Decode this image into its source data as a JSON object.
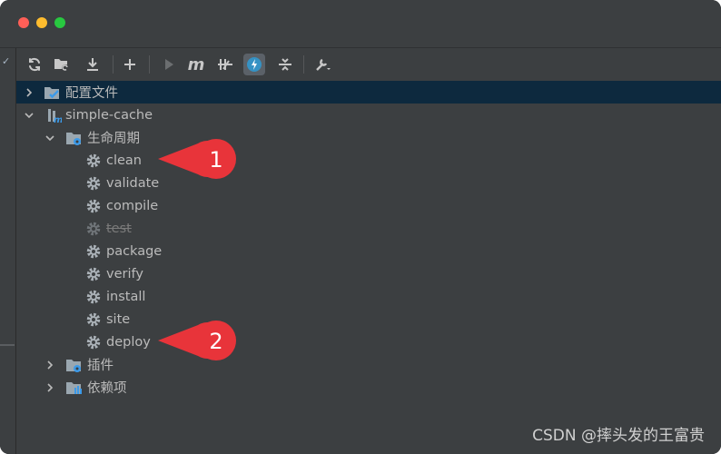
{
  "window": {
    "traffic_lights": [
      "close",
      "minimize",
      "zoom"
    ],
    "accent": "#0d293e"
  },
  "toolbar": {
    "buttons": [
      {
        "name": "reload-icon"
      },
      {
        "name": "generate-sources-icon"
      },
      {
        "name": "download-icon"
      },
      {
        "name": "add-icon"
      },
      {
        "name": "run-icon"
      },
      {
        "name": "maven-icon",
        "glyph": "m"
      },
      {
        "name": "toggle-offline-icon"
      },
      {
        "name": "skip-tests-icon"
      },
      {
        "name": "collapse-all-icon"
      },
      {
        "name": "settings-wrench-icon"
      }
    ]
  },
  "tree": {
    "profiles_label": "配置文件",
    "project_label": "simple-cache",
    "lifecycle_label": "生命周期",
    "lifecycle_items": [
      "clean",
      "validate",
      "compile",
      "test",
      "package",
      "verify",
      "install",
      "site",
      "deploy"
    ],
    "plugins_label": "插件",
    "dependencies_label": "依赖项"
  },
  "callouts": [
    {
      "number": "1",
      "target": "clean"
    },
    {
      "number": "2",
      "target": "deploy"
    }
  ],
  "watermark": "CSDN @摔头发的王富贵",
  "colors": {
    "callout_red": "#e8343a",
    "selected_row": "#0d293e",
    "text": "#bbbbbb"
  }
}
